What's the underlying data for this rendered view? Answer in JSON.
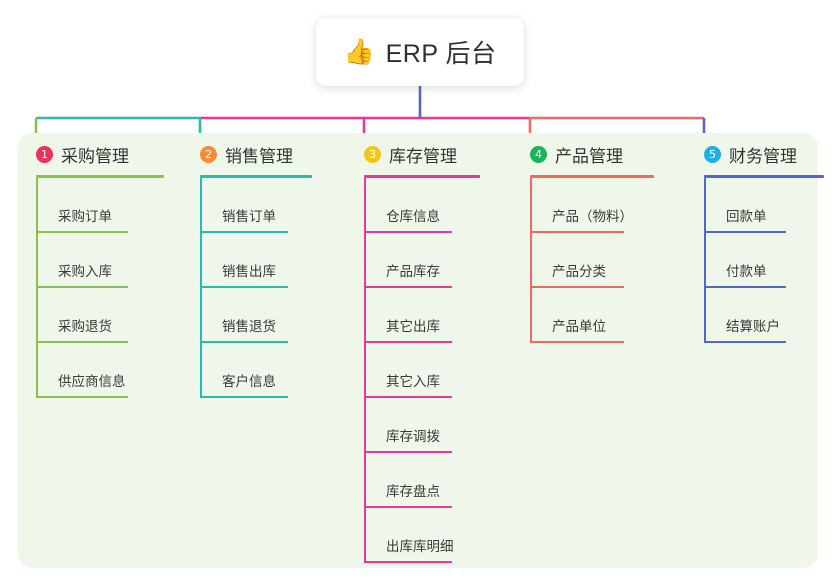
{
  "diagram": {
    "root": {
      "icon": "thumbs-up-icon",
      "icon_glyph": "👍",
      "label": "ERP 后台"
    },
    "panel_background": "#eef7e9",
    "branches": [
      {
        "number": "1",
        "title": "采购管理",
        "badge_color": "#e8335a",
        "line_color": "#8cc152",
        "items": [
          "采购订单",
          "采购入库",
          "采购退货",
          "供应商信息"
        ]
      },
      {
        "number": "2",
        "title": "销售管理",
        "badge_color": "#f58c36",
        "line_color": "#2bbbad",
        "items": [
          "销售订单",
          "销售出库",
          "销售退货",
          "客户信息"
        ]
      },
      {
        "number": "3",
        "title": "库存管理",
        "badge_color": "#f5c518",
        "line_color": "#e8399b",
        "items": [
          "仓库信息",
          "产品库存",
          "其它出库",
          "其它入库",
          "库存调拨",
          "库存盘点",
          "出库库明细"
        ]
      },
      {
        "number": "4",
        "title": "产品管理",
        "badge_color": "#18b558",
        "line_color": "#f16a62",
        "items": [
          "产品（物料）",
          "产品分类",
          "产品单位"
        ]
      },
      {
        "number": "5",
        "title": "财务管理",
        "badge_color": "#1cb0e8",
        "line_color": "#5566c4",
        "items": [
          "回款单",
          "付款单",
          "结算账户"
        ]
      }
    ]
  }
}
